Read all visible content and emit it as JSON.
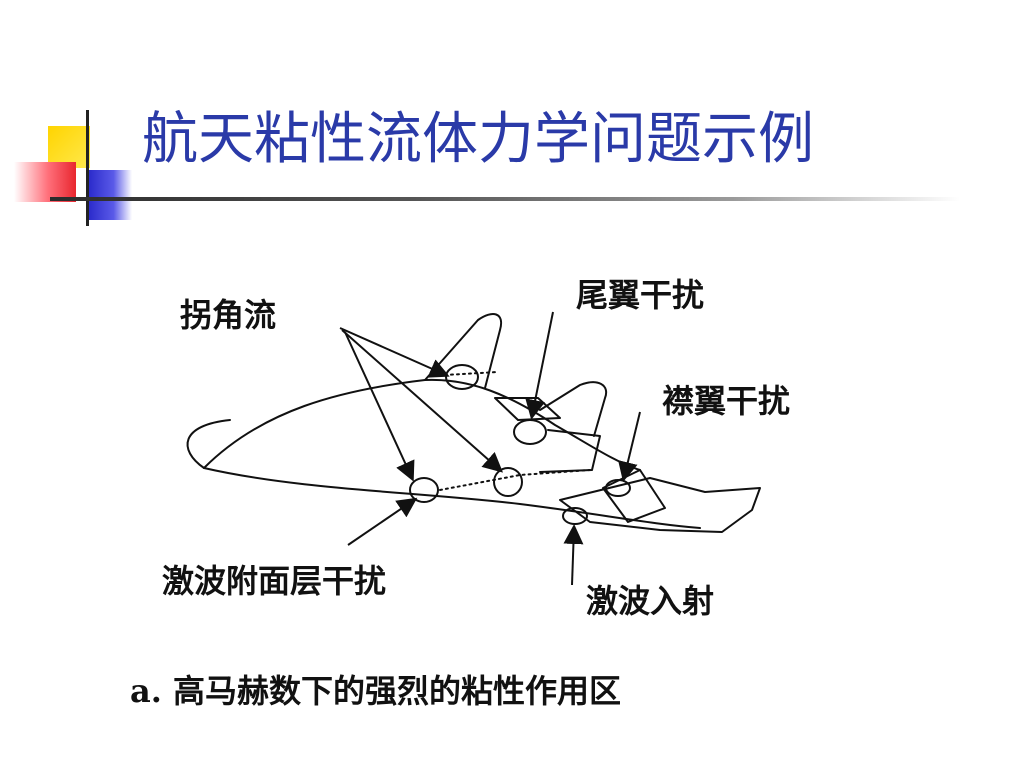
{
  "slide": {
    "title": "航天粘性流体力学问题示例"
  },
  "diagram": {
    "labels": {
      "corner_flow": "拐角流",
      "tail_interference": "尾翼干扰",
      "wing_interference": "襟翼干扰",
      "shock_layer_interference": "激波附面层干扰",
      "shock_incidence": "激波入射"
    },
    "caption": "a. 高马赫数下的强烈的粘性作用区"
  },
  "colors": {
    "title": "#2a3aa8",
    "deco_yellow": "#ffd400",
    "deco_red": "#e8262f",
    "deco_blue": "#2626c8",
    "ink": "#111111"
  }
}
